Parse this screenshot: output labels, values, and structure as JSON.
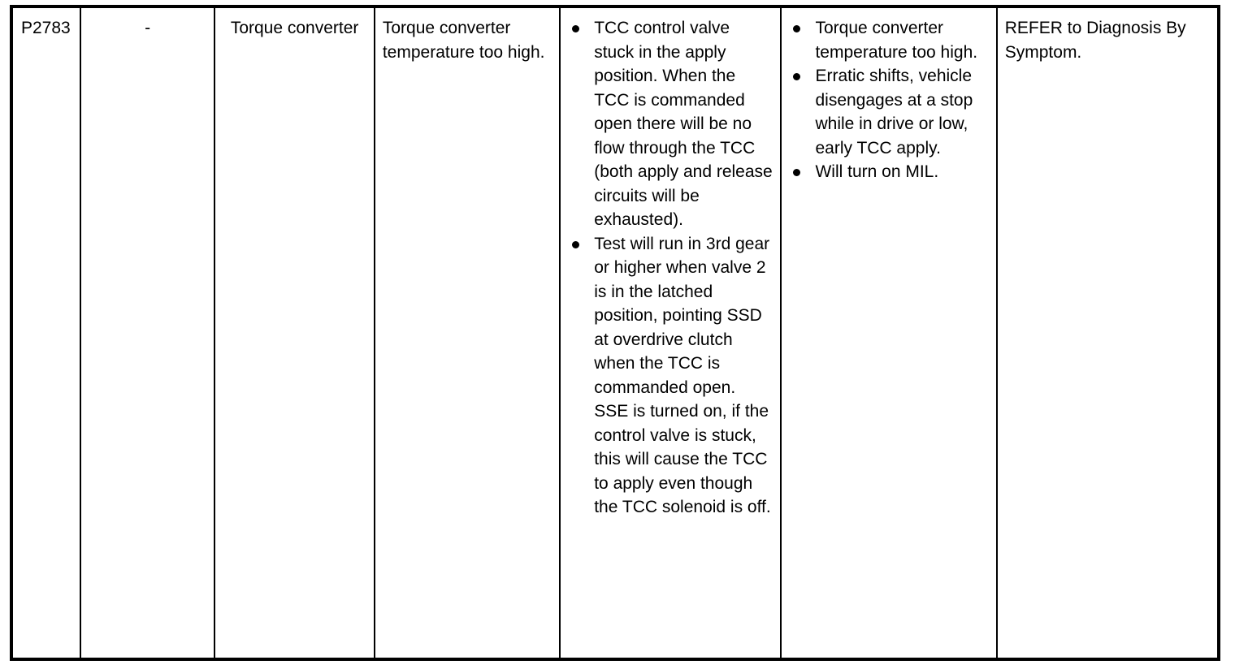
{
  "table": {
    "row": {
      "dtc_code": "P2783",
      "monitor": "-",
      "component": "Torque converter",
      "description": "Torque converter temperature too high.",
      "possible_causes": [
        "TCC control valve stuck in the apply position. When the TCC is commanded open there will be no flow through the TCC (both apply and release circuits will be exhausted).",
        "Test will run in 3rd gear or higher when valve 2 is in the latched position, pointing SSD at overdrive clutch when the TCC is commanded open. SSE is turned on, if the control valve is stuck, this will cause the TCC to apply even though the TCC solenoid is off."
      ],
      "symptoms": [
        "Torque converter temperature too high.",
        "Erratic shifts, vehicle disengages at a stop while in drive or low, early TCC apply.",
        "Will turn on MIL."
      ],
      "action": "REFER to Diagnosis By Symptom."
    }
  },
  "style": {
    "text_color": "#000000",
    "border_color": "#000000",
    "background": "#ffffff"
  }
}
